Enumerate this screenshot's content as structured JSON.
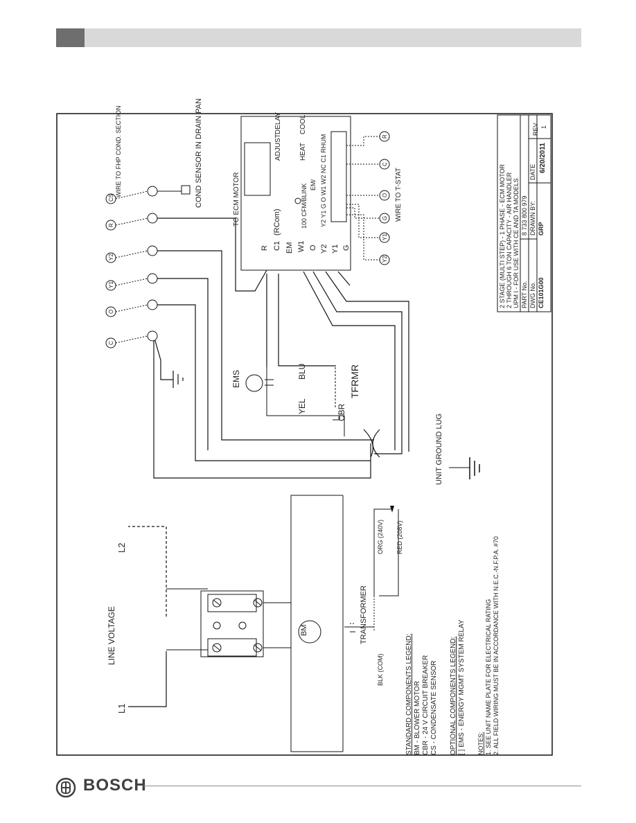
{
  "brand": "BOSCH",
  "power": {
    "line_voltage": "LINE VOLTAGE",
    "l1": "L1",
    "l2": "L2",
    "transformer": "TRANSFORMER",
    "blk": "BLK (COM)",
    "org": "ORG (240V)",
    "red": "RED (208V)",
    "motor": "BM",
    "ground": "UNIT GROUND LUG"
  },
  "control": {
    "ems": "EMS",
    "yel": "YEL",
    "blu": "BLU",
    "cbr": "CBR",
    "tfrmr": "TFRMR",
    "ecm_motor": "TO ECM MOTOR",
    "cond_sensor": "COND SENSOR IN DRAIN PAN",
    "wire_fhp": "WIRE TO FHP COND. SECTION",
    "wire_tstat": "WIRE TO T-STAT",
    "rcom": "(RCom)",
    "motor_terms": [
      "R",
      "C1",
      "EM",
      "W1",
      "O",
      "Y2",
      "Y1",
      "G"
    ],
    "board": {
      "adjust": "ADJUST",
      "delay": "DELAY",
      "heat": "HEAT",
      "cool": "COOL",
      "cfm": "100 CFM/BLINK",
      "em_slash": "EM/",
      "strip_labels": "Y2 Y1 G  O  W1 W2 NC C1 RHUM"
    },
    "circles_left": [
      "C",
      "O",
      "Y1",
      "Y2",
      "R",
      "CS"
    ],
    "circles_right": [
      "Y2",
      "Y1",
      "G",
      "O",
      "C",
      "R"
    ]
  },
  "legend": {
    "standard_title": "STANDARD COMPONENTS LEGEND:",
    "standard_items": [
      "BM  -  BLOWER MOTOR",
      "CBR  -  24 V CIRCUIT BREAKER",
      "CS  -  CONDENSATE SENSOR"
    ],
    "optional_title": "OPTIONAL COMPONENTS LEGEND:",
    "optional_items": [
      "[    ]  EMS  -  ENERGY MGMT SYSTEM RELAY"
    ],
    "notes_title": "NOTES:",
    "notes": [
      "1. SEE UNIT NAME PLATE FOR ELECTRICAL RATING",
      "2. ALL FIELD WIRING MUST BE IN ACCORDANCE WITH N.E.C.-N.F.P.A. #70"
    ]
  },
  "title_block": {
    "desc": [
      "2 STAGE (MULTI STEP) - 1 PHASE - ECM MOTOR",
      "2 THROUGH 6 TON CAPACITY - AIR HANDLER",
      "UPM I - FOR USE WITH CE AND TA MODELS"
    ],
    "part_label": "PART No.",
    "part_value": "8 733 800 979",
    "dwg_label": "DWG No.",
    "dwg_value": "CE101G00",
    "drawn_label": "DRAWN BY:",
    "drawn_value": "GRP",
    "date_label": "DATE",
    "date_value": "6/20/2011",
    "rev_label": "REV",
    "rev_value": "1"
  }
}
